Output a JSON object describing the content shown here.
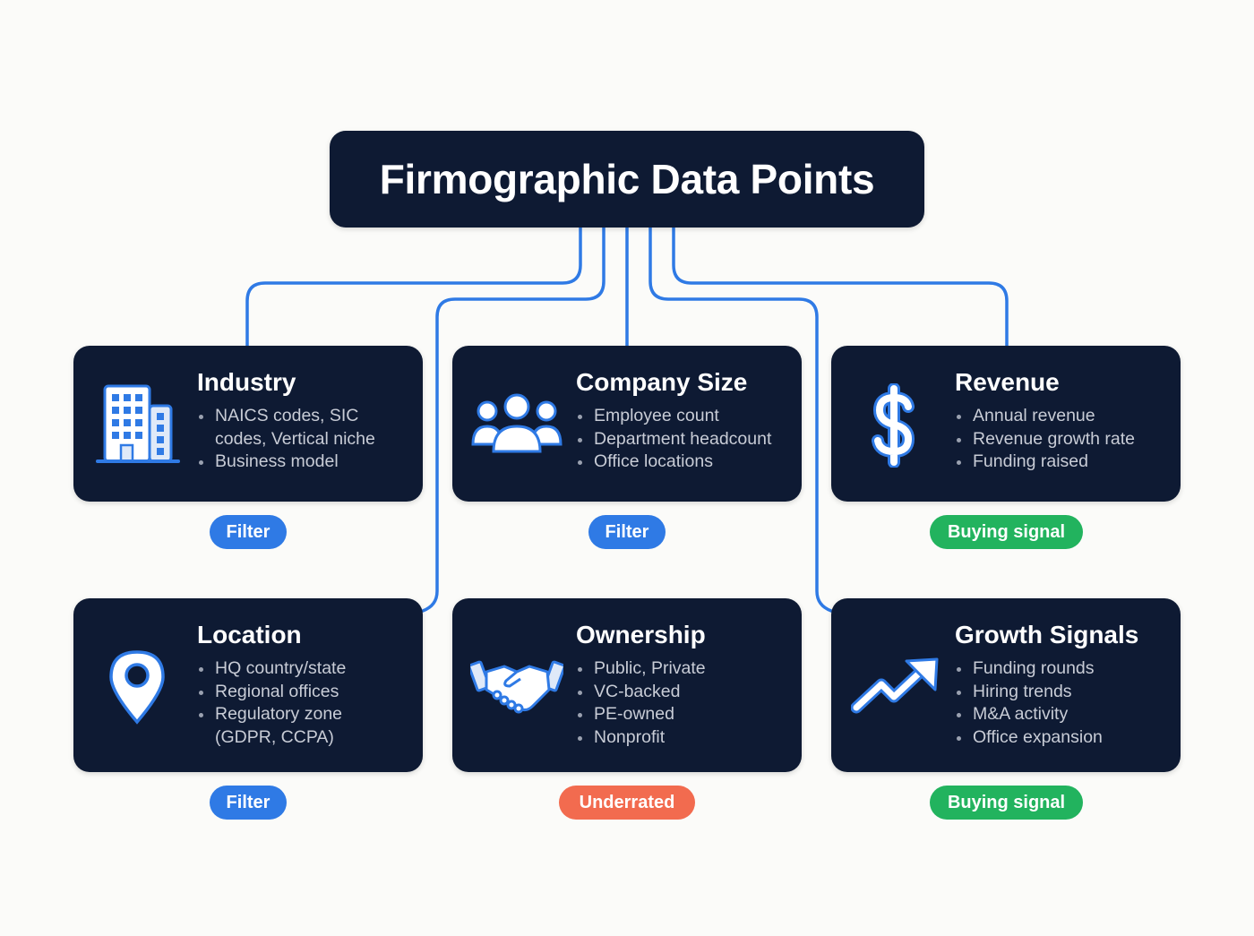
{
  "title": "Firmographic Data Points",
  "colors": {
    "background": "#fbfbf9",
    "card": "#0e1a33",
    "connector": "#2f7ae5",
    "filter_badge": "#2f7ae5",
    "buying_signal_badge": "#22b35e",
    "underrated_badge": "#f26b4f"
  },
  "cards": [
    {
      "id": "industry",
      "title": "Industry",
      "icon": "building-icon",
      "items": [
        "NAICS codes, SIC",
        "codes, Vertical niche",
        "Business model"
      ],
      "badge": "Filter"
    },
    {
      "id": "company-size",
      "title": "Company Size",
      "icon": "people-group-icon",
      "items": [
        "Employee count",
        "Department headcount",
        "Office locations"
      ],
      "badge": "Filter"
    },
    {
      "id": "revenue",
      "title": "Revenue",
      "icon": "dollar-icon",
      "items": [
        "Annual revenue",
        "Revenue growth rate",
        "Funding raised"
      ],
      "badge": "Buying signal"
    },
    {
      "id": "location",
      "title": "Location",
      "icon": "map-pin-icon",
      "items": [
        "HQ country/state",
        "Regional offices",
        "Regulatory zone",
        "(GDPR, CCPA)"
      ],
      "badge": "Filter"
    },
    {
      "id": "ownership",
      "title": "Ownership",
      "icon": "handshake-icon",
      "items": [
        "Public, Private",
        "VC-backed",
        "PE-owned",
        "Nonprofit"
      ],
      "badge": "Underrated"
    },
    {
      "id": "growth-signals",
      "title": "Growth Signals",
      "icon": "trending-up-arrow-icon",
      "items": [
        "Funding rounds",
        "Hiring trends",
        "M&A activity",
        "Office expansion"
      ],
      "badge": "Buying signal"
    }
  ]
}
